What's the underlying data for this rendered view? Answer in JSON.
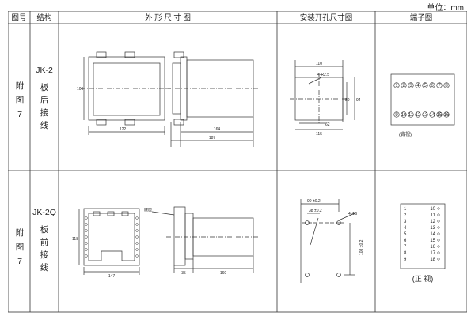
{
  "unit_label": "单位：mm",
  "headers": [
    "图号",
    "结构",
    "外 形 尺 寸 图",
    "安装开孔尺寸图",
    "端子图"
  ],
  "rows": [
    {
      "fig_chars": [
        "附",
        "图",
        "7"
      ],
      "struct_code": "JK-2",
      "struct_chars": [
        "板",
        "后",
        "接",
        "线"
      ],
      "outline_dims": [
        "106",
        "122",
        "164",
        "187"
      ],
      "mount_dims": [
        "110",
        "4-R2.5",
        "80",
        "94",
        "62",
        "115"
      ],
      "terminals_top": [
        "1",
        "2",
        "3",
        "4",
        "5",
        "6",
        "7",
        "8"
      ],
      "terminals_bottom": [
        "9",
        "10",
        "11",
        "12",
        "13",
        "14",
        "15",
        "16"
      ],
      "terminal_note": "(背视)"
    },
    {
      "fig_chars": [
        "附",
        "图",
        "7"
      ],
      "struct_code": "JK-2Q",
      "struct_chars": [
        "板",
        "前",
        "接",
        "线"
      ],
      "outline_dims": [
        "118",
        "147",
        "底座",
        "35",
        "160"
      ],
      "mount_dims": [
        "90 ±0.2",
        "38 ±0.2",
        "4-Φ6",
        "108 ±0.2"
      ],
      "terminals_left": [
        "1",
        "2",
        "3",
        "4",
        "5",
        "6",
        "7",
        "8",
        "9"
      ],
      "terminals_right": [
        "10",
        "11",
        "12",
        "13",
        "14",
        "15",
        "16",
        "17",
        "18"
      ],
      "terminal_note": "(正 视)"
    }
  ]
}
